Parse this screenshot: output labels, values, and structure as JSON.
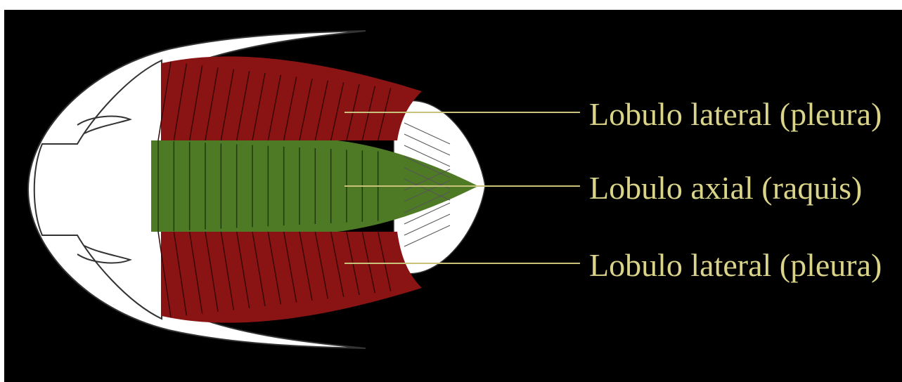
{
  "labels": {
    "pleura_top": "Lobulo lateral (pleura)",
    "raquis": "Lobulo axial (raquis)",
    "pleura_bottom": "Lobulo lateral (pleura)"
  },
  "colors": {
    "background": "#000000",
    "label_text": "#d9d48a",
    "leader_line": "#c9c27a",
    "pleura": "#8a1414",
    "raquis": "#4f7a25",
    "shield": "#ffffff",
    "outline": "#222222"
  },
  "segments": {
    "thoracic_count": 15
  }
}
